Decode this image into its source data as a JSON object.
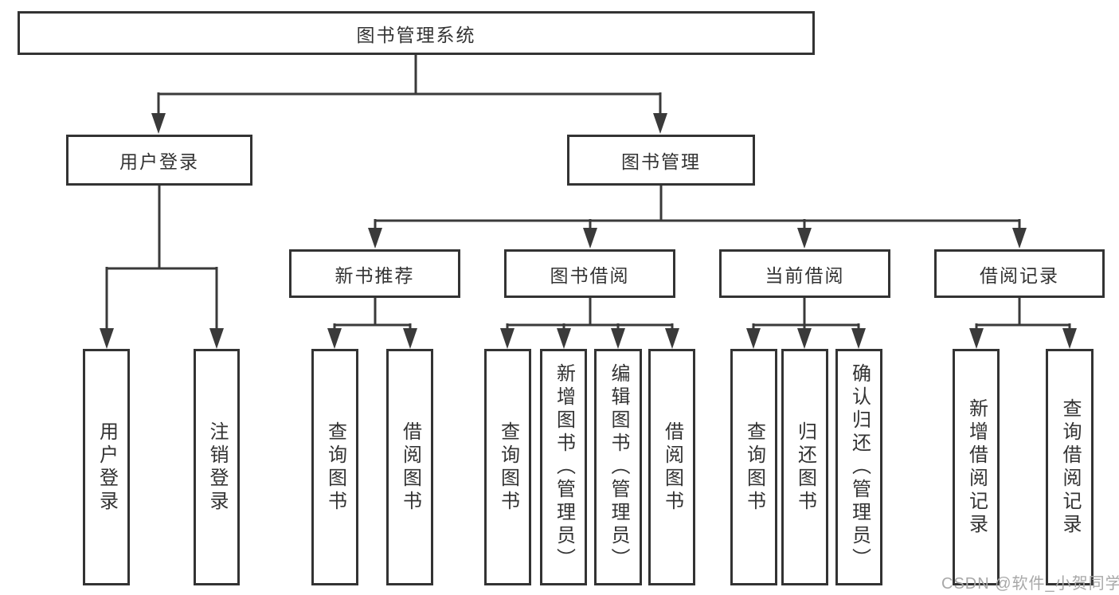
{
  "diagram": {
    "type": "hierarchy-functional-structure",
    "title": "图书管理系统",
    "watermark": "CSDN @软件_小贺同学",
    "colors": {
      "background": "#ffffff",
      "box_border": "#333333",
      "connector_line": "#3a3a3a",
      "text": "#333333",
      "watermark_text": "#a8a8a8"
    }
  },
  "nodes": {
    "root": {
      "label": "图书管理系统"
    },
    "level1": [
      {
        "label": "用户登录"
      },
      {
        "label": "图书管理"
      }
    ],
    "level2": [
      {
        "label": "新书推荐",
        "parent": "图书管理"
      },
      {
        "label": "图书借阅",
        "parent": "图书管理"
      },
      {
        "label": "当前借阅",
        "parent": "图书管理"
      },
      {
        "label": "借阅记录",
        "parent": "图书管理"
      }
    ],
    "leaves": [
      {
        "label": "用户登录",
        "parent": "用户登录"
      },
      {
        "label": "注销登录",
        "parent": "用户登录"
      },
      {
        "label": "查询图书",
        "parent": "新书推荐"
      },
      {
        "label": "借阅图书",
        "parent": "新书推荐"
      },
      {
        "label": "查询图书",
        "parent": "图书借阅"
      },
      {
        "label": "新增图书（管理员）",
        "parent": "图书借阅"
      },
      {
        "label": "编辑图书（管理员）",
        "parent": "图书借阅"
      },
      {
        "label": "借阅图书",
        "parent": "图书借阅"
      },
      {
        "label": "查询图书",
        "parent": "当前借阅"
      },
      {
        "label": "归还图书",
        "parent": "当前借阅"
      },
      {
        "label": "确认归还（管理员）",
        "parent": "当前借阅"
      },
      {
        "label": "新增借阅记录",
        "parent": "借阅记录"
      },
      {
        "label": "查询借阅记录",
        "parent": "借阅记录"
      }
    ]
  }
}
